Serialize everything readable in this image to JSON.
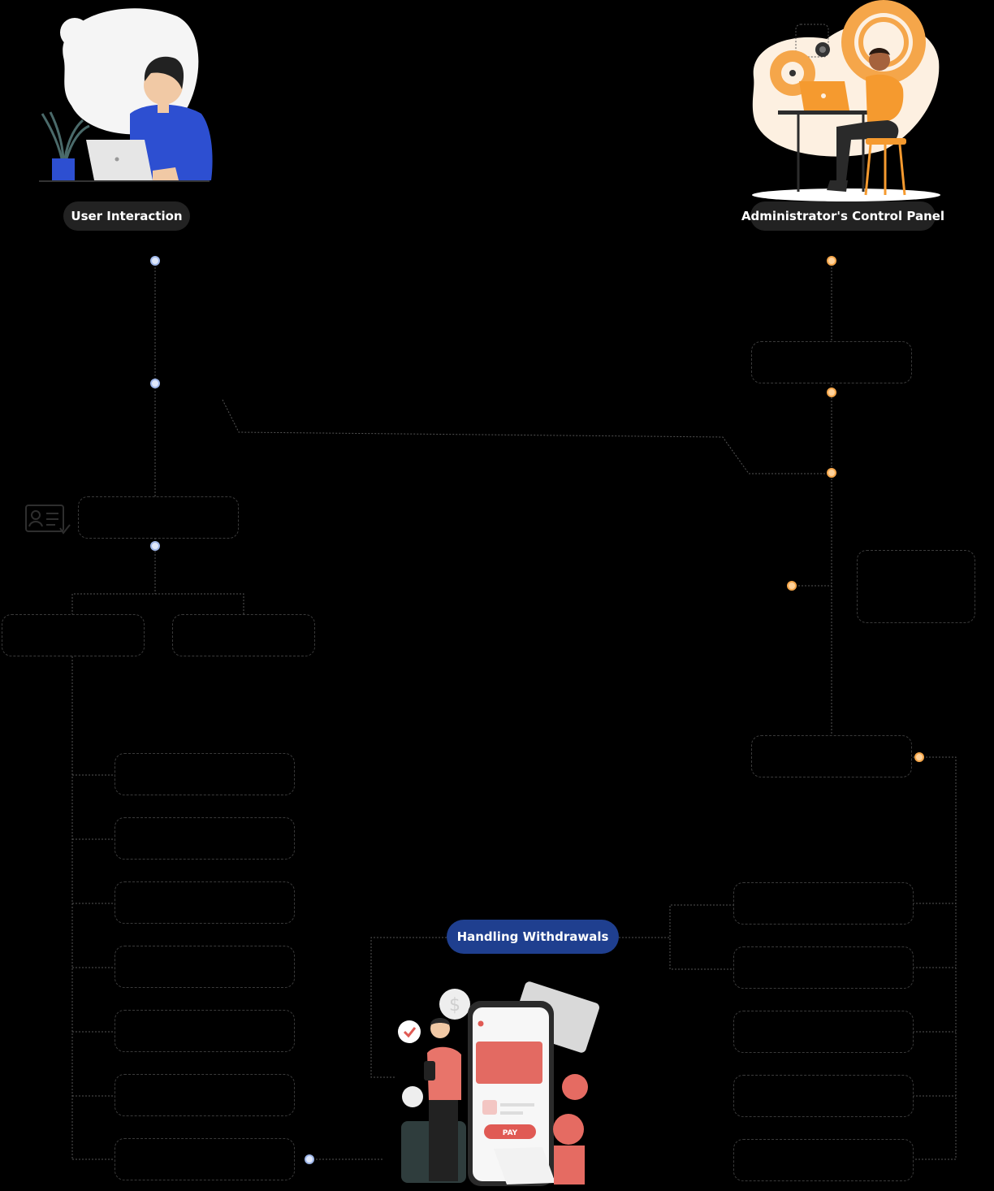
{
  "user": {
    "title": "User Interaction"
  },
  "admin": {
    "title": "Administrator's Control Panel"
  },
  "withdrawals": {
    "title": "Handling Withdrawals"
  },
  "icons": {
    "user_illustration": "person-with-laptop",
    "admin_illustration": "person-at-desk-with-gears",
    "withdraw_illustration": "mobile-bank-payment",
    "profile_card": "id-card-icon"
  },
  "colors": {
    "background": "#000000",
    "pill_dark": "#222222",
    "pill_blue": "#1f3f8f",
    "user_dot": "#dfe8fb",
    "admin_dot": "#ffd29a",
    "connector": "#555555"
  }
}
